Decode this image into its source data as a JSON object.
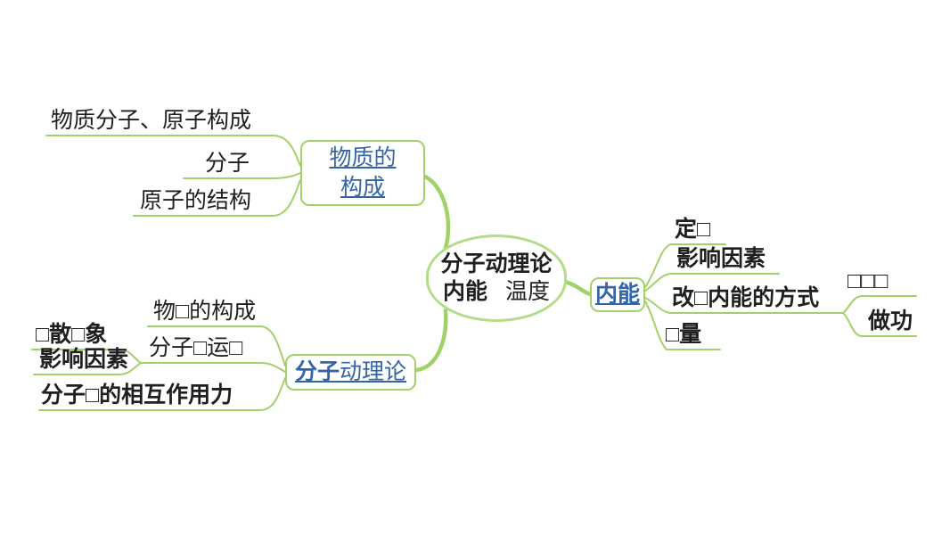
{
  "colors": {
    "branch_green": "#a3d169",
    "link_blue": "#3465a8",
    "text_black": "#1f1f1f"
  },
  "center_node": {
    "line1": "分子动理论",
    "line2_primary": "内能",
    "line2_secondary": "温度"
  },
  "matter_branch": {
    "label_line1": "物质的",
    "label_line2": "构成",
    "children": {
      "composition": "物质分子、原子构成",
      "molecule": "分子",
      "atom_structure": "原子的结构"
    }
  },
  "kinetic_branch": {
    "label_bold": "分子",
    "label_rest": "动理论",
    "children": {
      "matter_composition": "物□的构成",
      "thermal_motion": "分子□运□",
      "diffusion": "□散□象",
      "factors": "影响因素",
      "force": "分子□的相互作用力"
    }
  },
  "energy_branch": {
    "label": "内能",
    "children": {
      "definition": "定□",
      "factors": "影响因素",
      "change_methods": "改□内能的方式",
      "heat": "□量",
      "heat_transfer": "□□□",
      "work": "做功"
    }
  }
}
